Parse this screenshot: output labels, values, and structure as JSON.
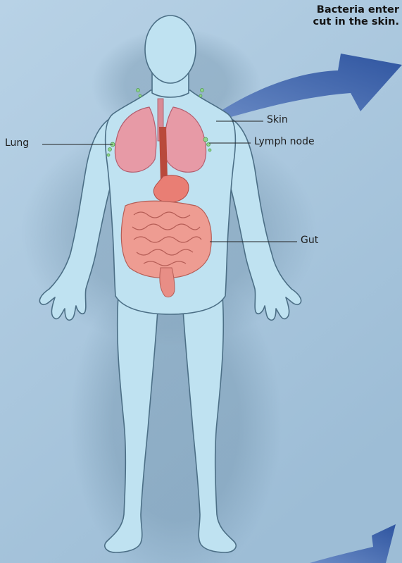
{
  "caption": {
    "line1": "Bacteria enter",
    "line2": "cut in the skin."
  },
  "labels": {
    "skin": "Skin",
    "lymph_node": "Lymph node",
    "lung": "Lung",
    "gut": "Gut"
  },
  "colors": {
    "background": "#a9c6dc",
    "body_fill": "#bfe2f1",
    "body_outline": "#4c6f86",
    "organ_pink": "#e79aa6",
    "intestine": "#ee9c92",
    "lymph_green": "#8fd48a",
    "arrow": "#3d63a8"
  }
}
